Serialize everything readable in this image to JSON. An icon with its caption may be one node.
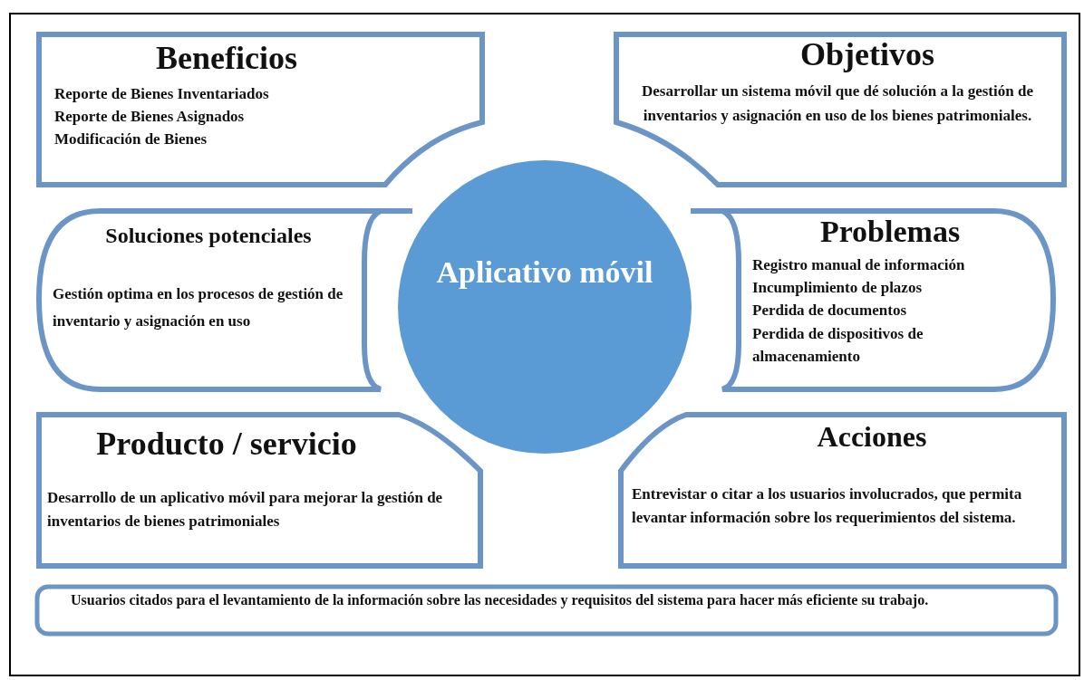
{
  "diagram": {
    "nodes": [
      {
        "text": [
          "Beneficios",
          "Reporte de Bienes Inventariados",
          "Reporte de Bienes Asignados",
          "Modificación de Bienes"
        ]
      },
      {
        "text": [
          "Objetivos",
          "Desarrollar un sistema móvil que dé solución a la gestión de inventarios y asignación en uso de los bienes patrimoniales."
        ]
      },
      {
        "text": [
          "Soluciones potenciales",
          "Gestión optima en los procesos de gestión de inventario y asignación en uso"
        ]
      },
      {
        "text": [
          "Aplicativo móvil"
        ]
      },
      {
        "text": [
          "Problemas",
          "Registro manual de información",
          "Incumplimiento de plazos",
          "Perdida de documentos",
          "Perdida de dispositivos de almacenamiento"
        ]
      },
      {
        "text": [
          "Producto / servicio",
          "Desarrollo de un aplicativo móvil para mejorar la gestión de inventarios de bienes patrimoniales"
        ]
      },
      {
        "text": [
          "Acciones",
          "Entrevistar o citar a los usuarios involucrados, que permita levantar información sobre los requerimientos del sistema."
        ]
      },
      {
        "text": [
          "Usuarios citados para el levantamiento de la información sobre las necesidades y requisitos del sistema para hacer más eficiente su trabajo."
        ]
      }
    ]
  }
}
